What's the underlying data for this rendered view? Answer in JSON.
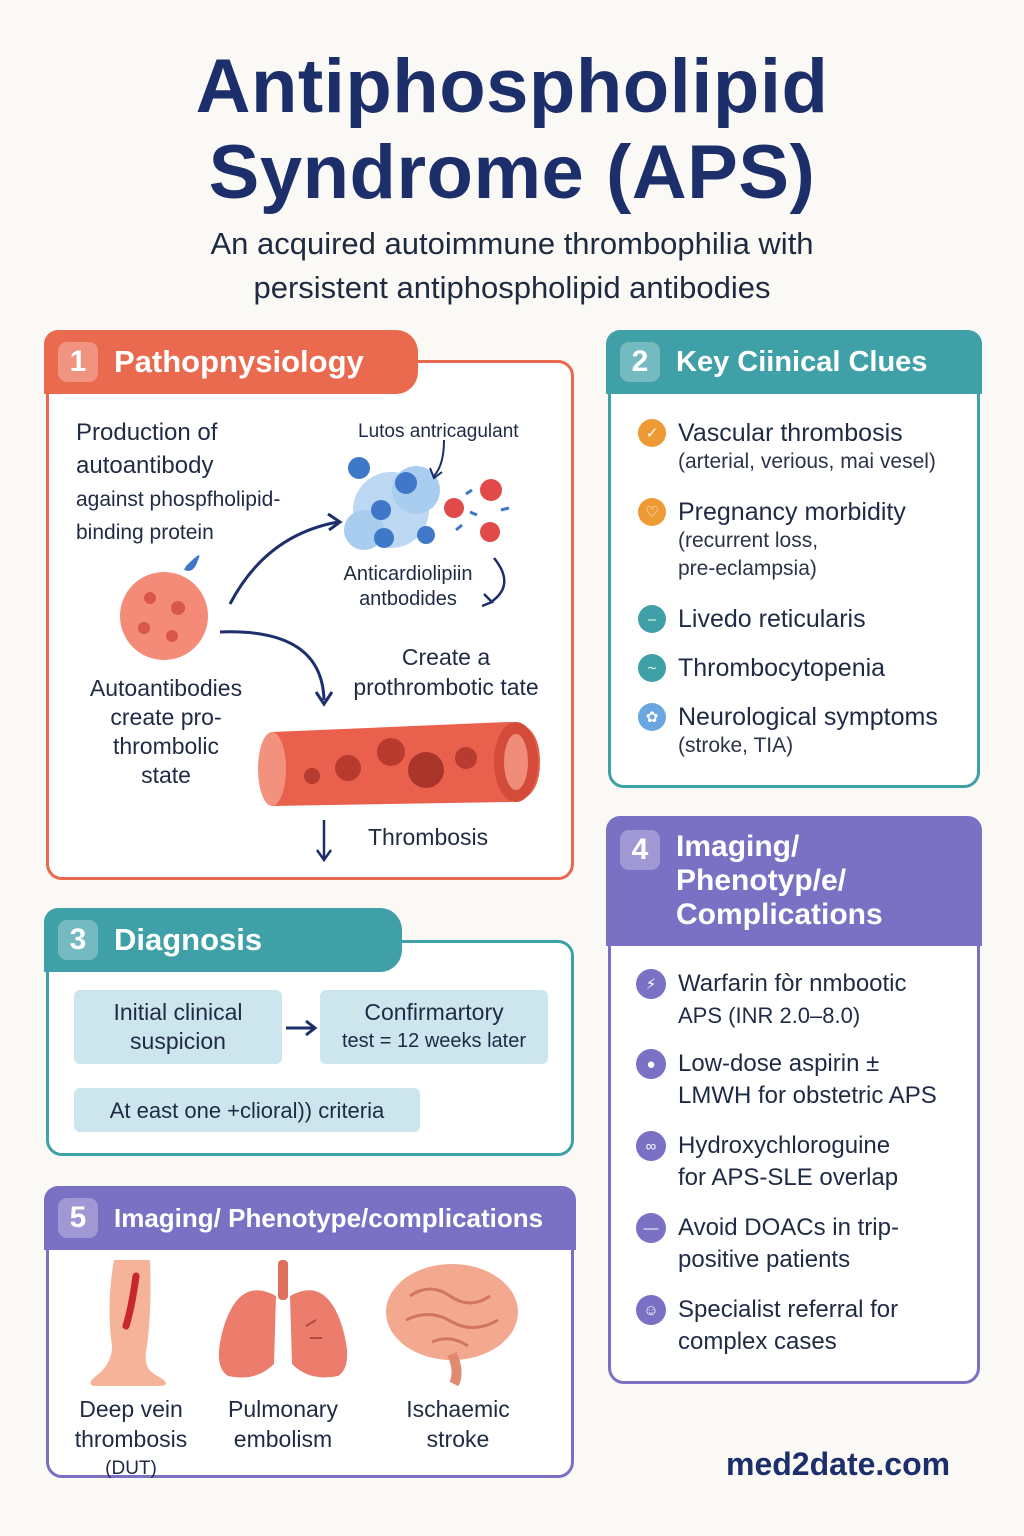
{
  "title_line1": "Antiphospholipid",
  "title_line2": "Syndrome (APS)",
  "subtitle_line1": "An acquired autoimmune thrombophilia with",
  "subtitle_line2": "persistent antiphospholipid antibodies",
  "panel1": {
    "number": "1",
    "title": "Pathopnysiology",
    "production_l1": "Production of",
    "production_l2": "autoantibody",
    "production_l3": "against phospfholipid-",
    "production_l4": "binding protein",
    "lupus": "Lutos antricagulant",
    "anticardio_l1": "Anticardiolipiin",
    "anticardio_l2": "antbodides",
    "create_l1": "Create a",
    "create_l2": "prothrombotic tate",
    "auto_l1": "Autoantibodies",
    "auto_l2": "create pro-",
    "auto_l3": "thrombolic",
    "auto_l4": "state",
    "thrombosis": "Thrombosis"
  },
  "panel2": {
    "number": "2",
    "title": "Key Ciinical Clues",
    "clues": [
      {
        "title": "Vascular thrombosis",
        "sub1": "(arterial, verious, mai vesel)",
        "sub2": "",
        "color": "#ee9a35"
      },
      {
        "title": "Pregnancy morbidity",
        "sub1": "(recurrent loss,",
        "sub2": "pre-eclampsia)",
        "color": "#ee9a35"
      },
      {
        "title": "Livedo reticularis",
        "sub1": "",
        "sub2": "",
        "color": "#3fa0a8"
      },
      {
        "title": "Thrombocytopenia",
        "sub1": "",
        "sub2": "",
        "color": "#3fa0a8"
      },
      {
        "title": "Neurological symptoms",
        "sub1": "(stroke, TIA)",
        "sub2": "",
        "color": "#6aa6e0"
      }
    ]
  },
  "panel3": {
    "number": "3",
    "title": "Diagnosis",
    "box1_l1": "Initial clinical",
    "box1_l2": "suspicion",
    "box2_l1": "Confirmartory",
    "box2_l2": "test = 12 weeks later",
    "box3": "At east one +clioral)) criteria"
  },
  "panel4": {
    "number": "4",
    "title_l1": "Imaging/",
    "title_l2": "Phenotyp/e/",
    "title_l3": "Complications",
    "items": [
      {
        "l1": "Warfarin fòr nmbootic",
        "l2": "APS (INR 2.0–8.0)"
      },
      {
        "l1": "Low-dose aspirin ±",
        "l2": "LMWH for obstetric APS"
      },
      {
        "l1": "Hydroxychloroguine",
        "l2": "for APS-SLE overlap"
      },
      {
        "l1": "Avoid DOACs in trip-",
        "l2": "positive patients"
      },
      {
        "l1": "Specialist referral for",
        "l2": "complex cases"
      }
    ]
  },
  "panel5": {
    "number": "5",
    "title": "Imaging/ Phenotype/complications",
    "dvt_l1": "Deep vein",
    "dvt_l2": "thrombosis",
    "dvt_l3": "(DUT)",
    "pe_l1": "Pulmonary",
    "pe_l2": "embolism",
    "stroke_l1": "Ischaemic",
    "stroke_l2": "stroke"
  },
  "brand": "med2date.com",
  "colors": {
    "coral": "#ea6a50",
    "teal": "#3fa0a8",
    "purple": "#7b71c4",
    "navy": "#1d2f6b"
  }
}
